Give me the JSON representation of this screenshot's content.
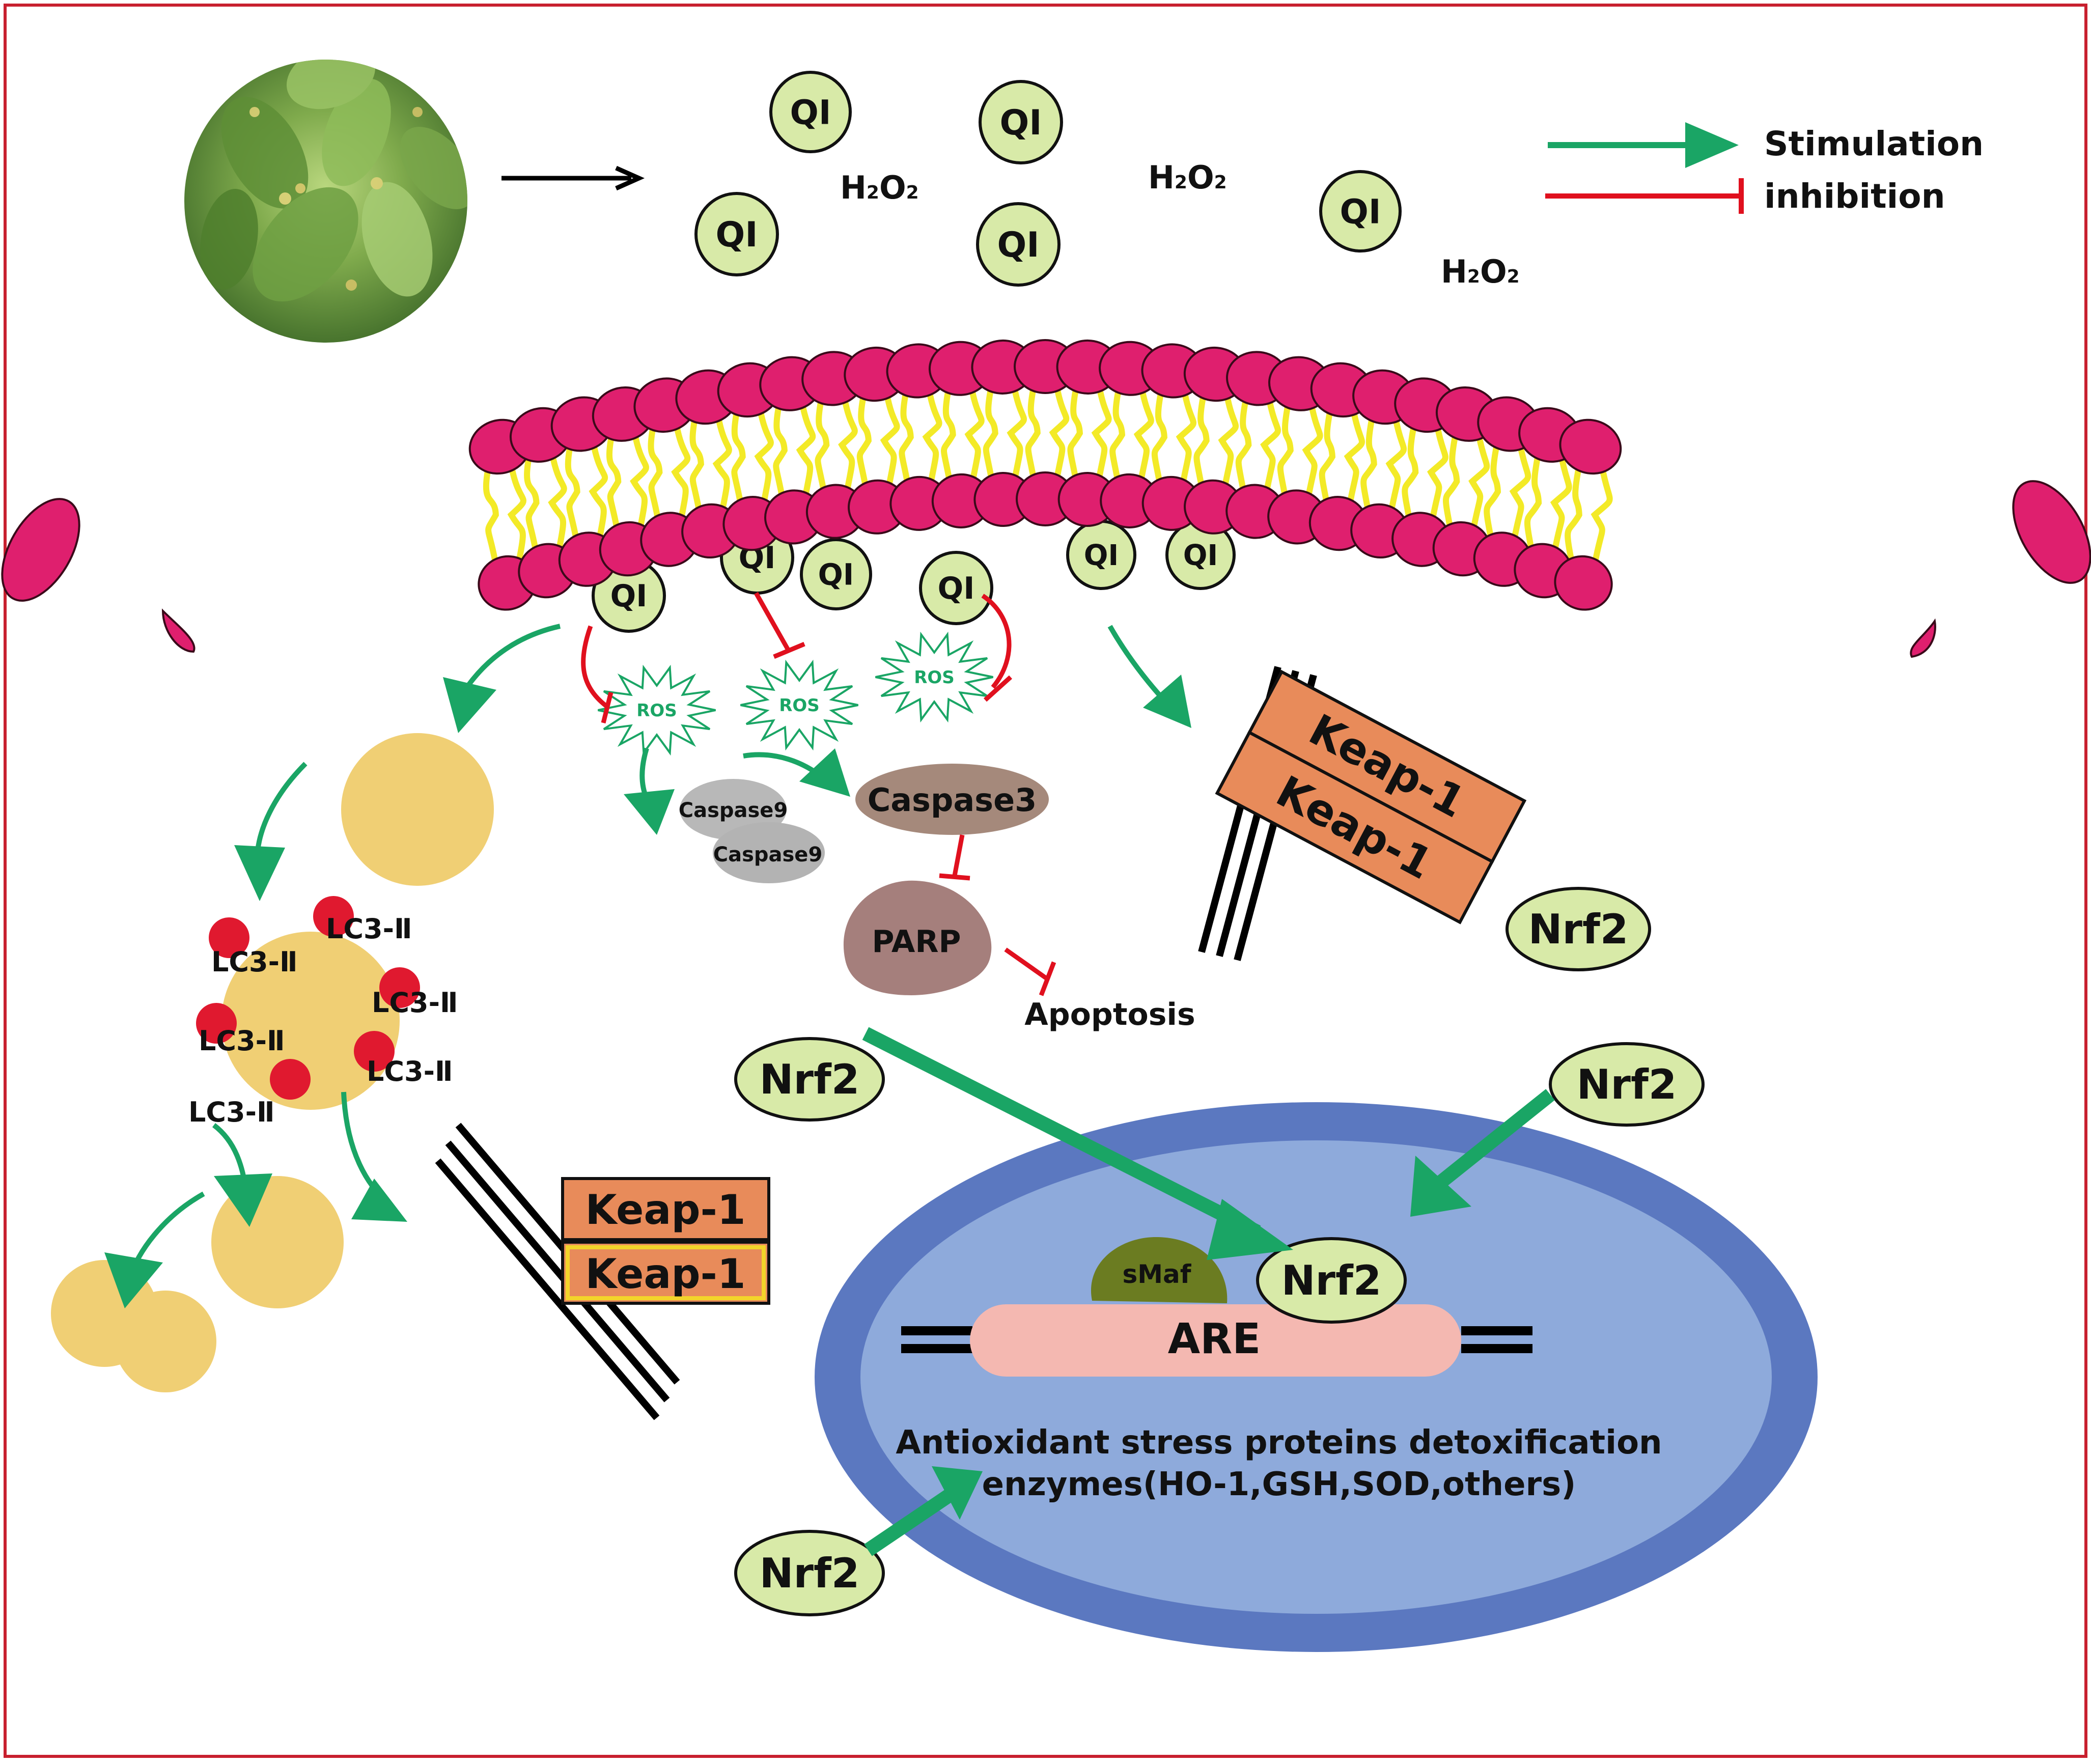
{
  "labels": {
    "ql": "QI",
    "h2o2_main": "H",
    "h2o2_sub": "2",
    "h2o2_o": "O",
    "ros": "ROS",
    "caspase9": "Caspase9",
    "caspase3": "Caspase3",
    "parp": "PARP",
    "apoptosis": "Apoptosis",
    "lc3": "LC3-Ⅱ",
    "keap1": "Keap-1",
    "nrf2": "Nrf2",
    "smaf": "sMaf",
    "are": "ARE",
    "antioxidant_line1": "Antioxidant stress proteins detoxification",
    "antioxidant_line2": "enzymes(HO-1,GSH,SOD,others)"
  },
  "legend": {
    "stimulation": "Stimulation",
    "inhibition": "inhibition"
  },
  "colors": {
    "frame": "#c8202f",
    "stimulation": "#1aa565",
    "inhibition": "#e0101e",
    "lipid_head": "#df1f6e",
    "lipid_tail": "#f3ea27",
    "ql_fill": "#d8eaa8",
    "autophagosome": "#f0cf74",
    "lc3_dot": "#e0192f",
    "keap_fill": "#e88b5a",
    "nucleus_outer": "#5b78c0",
    "nucleus_inner": "#8eaadb",
    "are_fill": "#f4b8b1",
    "smaf_fill": "#6b7c21",
    "caspase9_fill": "#b8b8b8",
    "caspase3_fill": "#a5897b",
    "parp_fill": "#a57f7c"
  },
  "icons": [
    "plant-photo-icon",
    "ros-burst-icon",
    "dna-strand-icon"
  ]
}
